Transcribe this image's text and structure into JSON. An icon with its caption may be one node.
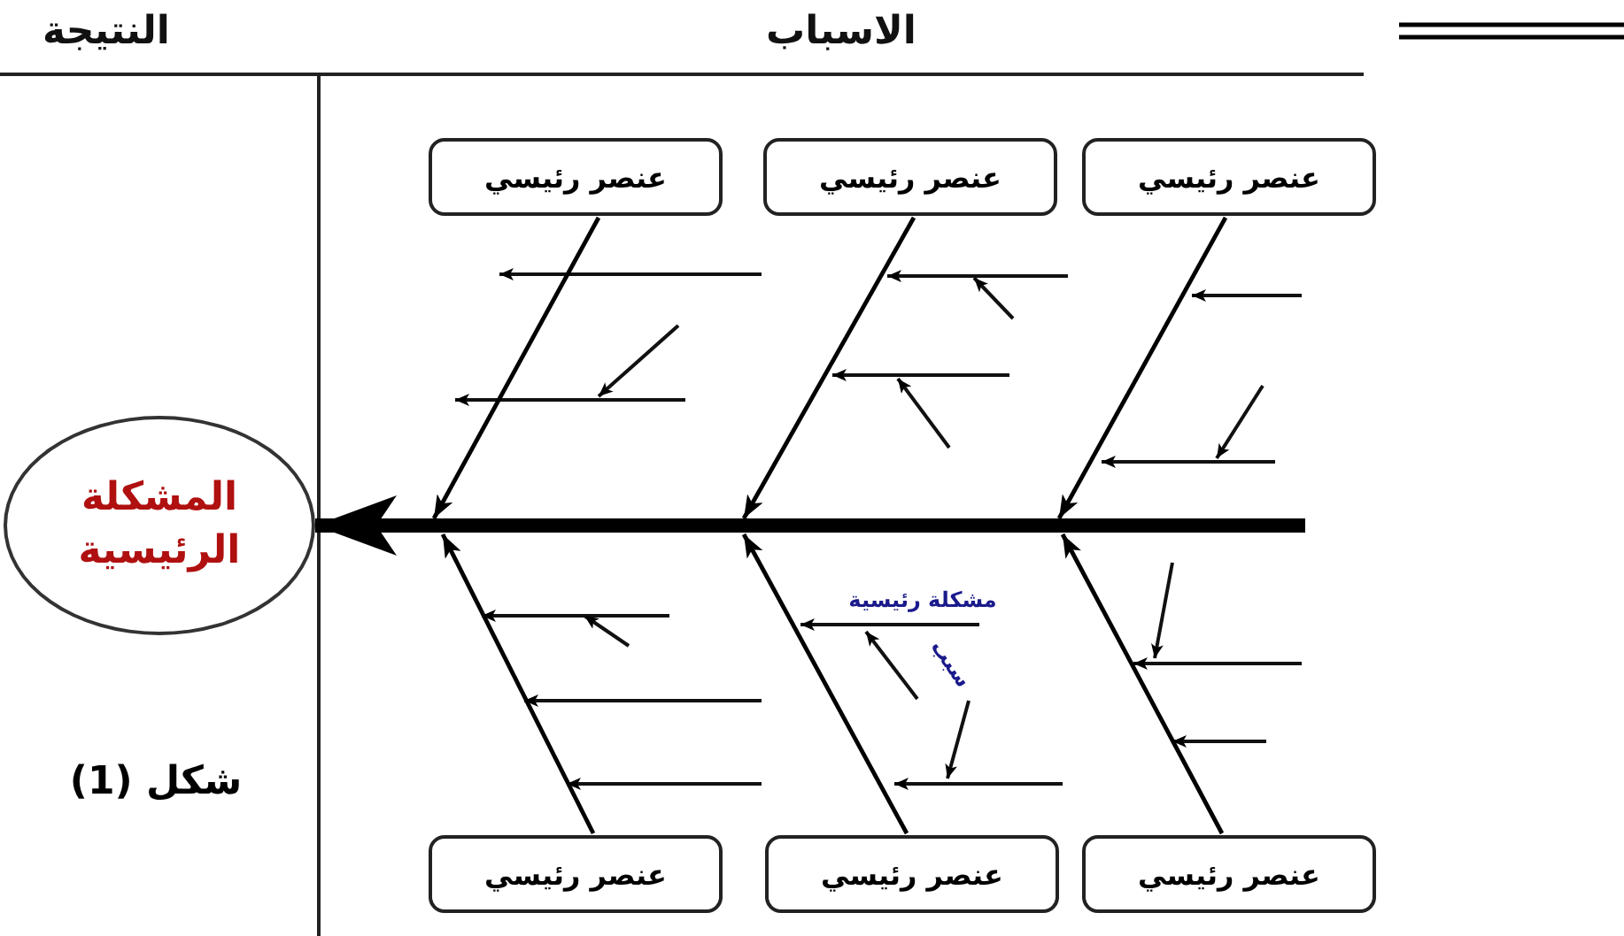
{
  "diagram": {
    "caption": "شكل (1)",
    "nodes": [
      {
        "text": [
          "المشكلة الرئيسية"
        ]
      },
      {
        "text": [
          "عنصر رئيسي"
        ]
      },
      {
        "text": [
          "عنصر رئيسي"
        ]
      },
      {
        "text": [
          "عنصر رئيسي"
        ]
      },
      {
        "text": [
          "عنصر رئيسي"
        ]
      },
      {
        "text": [
          "عنصر رئيسي"
        ]
      },
      {
        "text": [
          "عنصر رئيسي"
        ]
      }
    ],
    "edges": [
      {
        "from": null,
        "to": 0,
        "arrow": "to",
        "style": "thick"
      },
      {
        "from": 1,
        "to": null,
        "arrow": "to"
      },
      {
        "from": 2,
        "to": null,
        "arrow": "to"
      },
      {
        "from": 3,
        "to": null,
        "arrow": "to"
      },
      {
        "from": 4,
        "to": null,
        "arrow": "to"
      },
      {
        "from": 5,
        "to": null,
        "arrow": "to"
      },
      {
        "from": 6,
        "to": null,
        "arrow": "to"
      }
    ],
    "labels": [
      "النتيجة",
      "الاسباب",
      "مشكلة رئيسية",
      "سبب"
    ]
  }
}
